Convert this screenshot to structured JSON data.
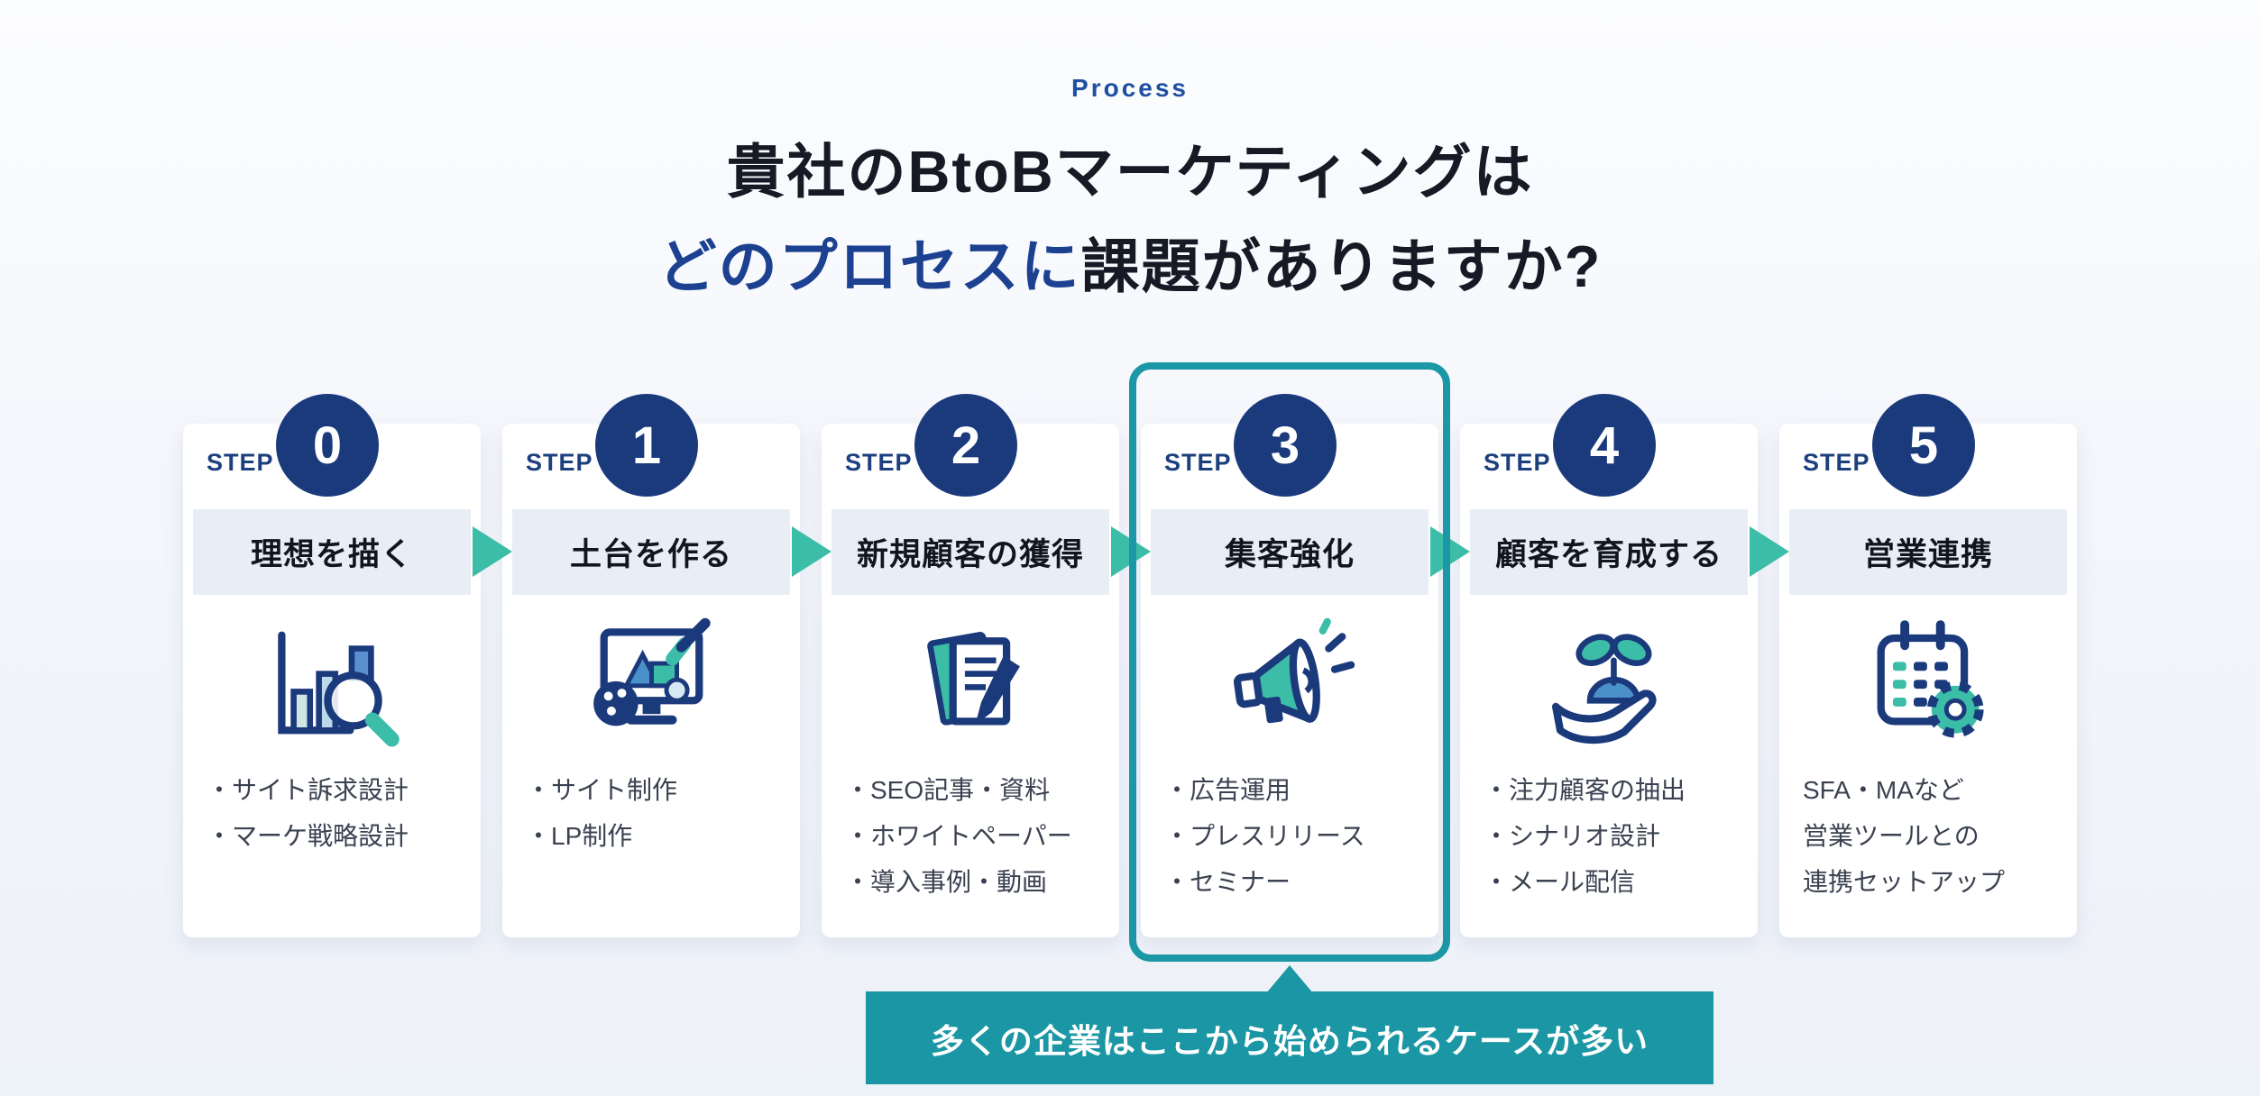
{
  "header": {
    "eyebrow": "Process",
    "title_line1": "貴社のBtoBマーケティングは",
    "title_line2_highlight": "どのプロセスに",
    "title_line2_rest": "課題がありますか?"
  },
  "steps": [
    {
      "label": "STEP",
      "number": "0",
      "title": "理想を描く",
      "icon": "bar-chart-search-icon",
      "highlighted": false,
      "items": [
        "・サイト訴求設計",
        "・マーケ戦略設計"
      ]
    },
    {
      "label": "STEP",
      "number": "1",
      "title": "土台を作る",
      "icon": "web-design-icon",
      "highlighted": false,
      "items": [
        "・サイト制作",
        "・LP制作"
      ]
    },
    {
      "label": "STEP",
      "number": "2",
      "title": "新規顧客の獲得",
      "icon": "documents-pen-icon",
      "highlighted": false,
      "items": [
        "・SEO記事・資料",
        "・ホワイトペーパー",
        "・導入事例・動画"
      ]
    },
    {
      "label": "STEP",
      "number": "3",
      "title": "集客強化",
      "icon": "megaphone-icon",
      "highlighted": true,
      "items": [
        "・広告運用",
        "・プレスリリース",
        "・セミナー"
      ]
    },
    {
      "label": "STEP",
      "number": "4",
      "title": "顧客を育成する",
      "icon": "hand-sprout-icon",
      "highlighted": false,
      "items": [
        "・注力顧客の抽出",
        "・シナリオ設計",
        "・メール配信"
      ]
    },
    {
      "label": "STEP",
      "number": "5",
      "title": "営業連携",
      "icon": "calendar-gear-icon",
      "highlighted": false,
      "items": [
        "SFA・MAなど",
        "営業ツールとの",
        "連携セットアップ"
      ]
    }
  ],
  "callout": {
    "text": "多くの企業はここから始められるケースが多い"
  },
  "colors": {
    "navy": "#1b3a7c",
    "eyebrow_blue": "#1e4fa3",
    "title_blue": "#1c4190",
    "title_dark": "#151a24",
    "mint_arrow": "#3cbda7",
    "highlight_teal": "#1b97a5",
    "banner_teal": "#1b96a4",
    "band_bg": "#e9edf6",
    "card_bg": "#ffffff",
    "item_text": "#3a4150"
  }
}
